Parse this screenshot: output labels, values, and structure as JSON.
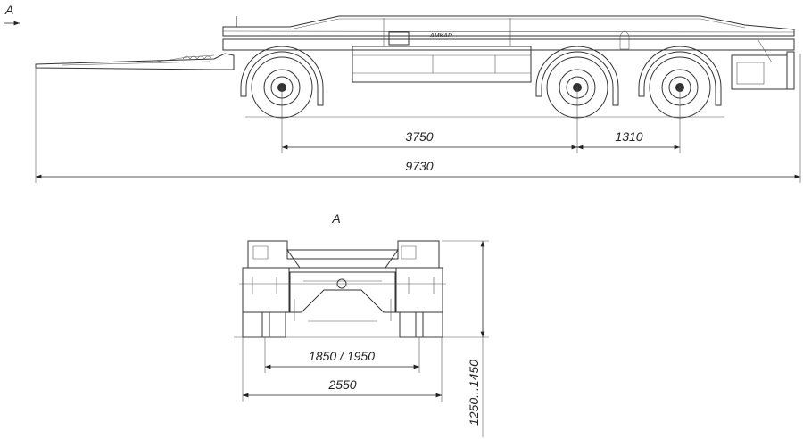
{
  "view_label_side": "A",
  "view_label_rear": "A",
  "logo_text": "AMKAR",
  "side_view": {
    "dimensions": {
      "wheelbase_front": "3750",
      "wheelbase_rear": "1310",
      "overall_length": "9730"
    }
  },
  "rear_view": {
    "dimensions": {
      "track": "1850 / 1950",
      "overall_width": "2550",
      "height": "1250...1450"
    }
  },
  "colors": {
    "line": "#333333",
    "background": "#ffffff"
  }
}
